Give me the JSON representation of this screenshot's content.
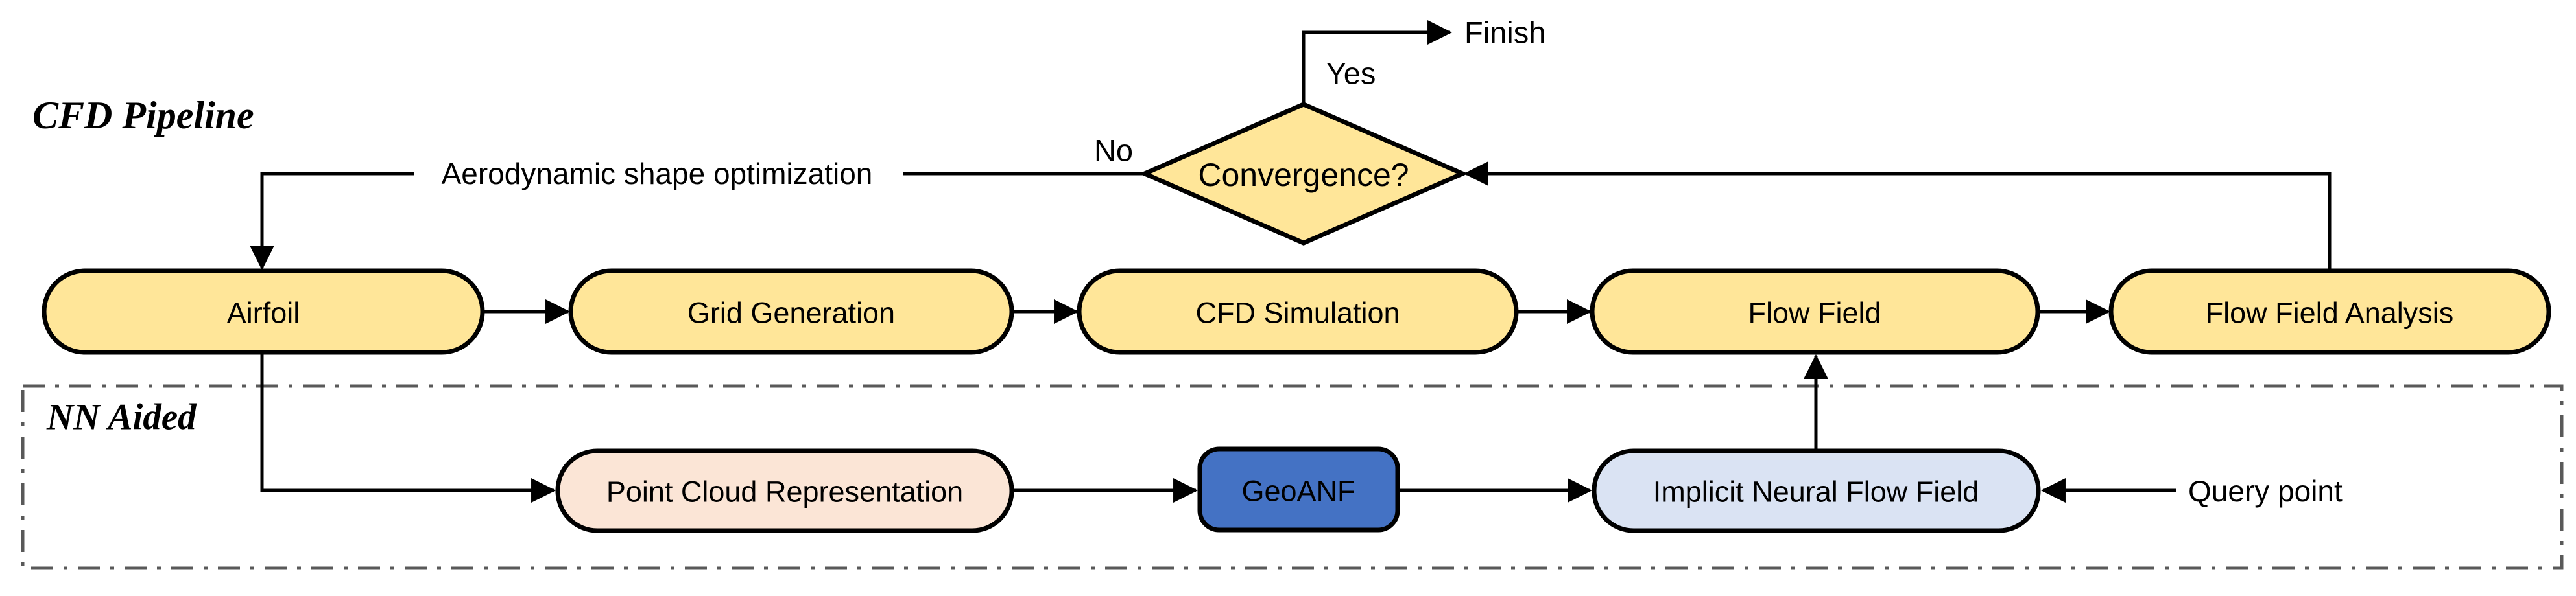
{
  "diagram": {
    "title": "CFD Pipeline",
    "nn_section_label": "NN Aided",
    "nodes": {
      "airfoil": "Airfoil",
      "grid_generation": "Grid Generation",
      "cfd_simulation": "CFD Simulation",
      "flow_field": "Flow Field",
      "flow_field_analysis": "Flow Field Analysis",
      "convergence": "Convergence?",
      "point_cloud": "Point Cloud Representation",
      "geoanf": "GeoANF",
      "implicit_field": "Implicit Neural Flow Field"
    },
    "labels": {
      "yes": "Yes",
      "no": "No",
      "finish": "Finish",
      "feedback": "Aerodynamic shape optimization",
      "query_point": "Query point"
    },
    "colors": {
      "node_yellow": "#FFE699",
      "node_peach": "#FBE5D6",
      "node_blue": "#4472C4",
      "node_lavender": "#DAE3F3",
      "outline_black": "#000000",
      "dashed_border_gray": "#595959"
    }
  }
}
